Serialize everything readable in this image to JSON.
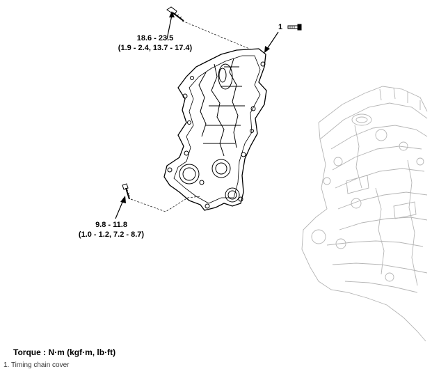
{
  "torque_upper": {
    "range": "18.6 - 23.5",
    "alt": "(1.9 - 2.4, 13.7 - 17.4)"
  },
  "torque_lower": {
    "range": "9.8 - 11.8",
    "alt": "(1.0 - 1.2, 7.2 - 8.7)"
  },
  "callout": "1",
  "legend": "Torque : N·m (kgf·m, lb·ft)",
  "parts": [
    "1. Timing chain cover"
  ]
}
